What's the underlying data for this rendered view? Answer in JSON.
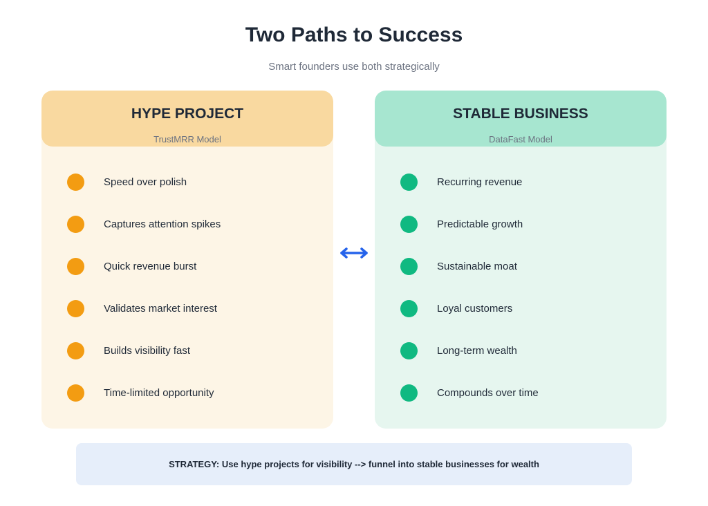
{
  "title": "Two Paths to Success",
  "subtitle": "Smart founders use both strategically",
  "left": {
    "heading": "HYPE PROJECT",
    "model": "TrustMRR Model",
    "color": "#f39c12",
    "items": [
      "Speed over polish",
      "Captures attention spikes",
      "Quick revenue burst",
      "Validates market interest",
      "Builds visibility fast",
      "Time-limited opportunity"
    ]
  },
  "right": {
    "heading": "STABLE BUSINESS",
    "model": "DataFast Model",
    "color": "#10b981",
    "items": [
      "Recurring revenue",
      "Predictable growth",
      "Sustainable moat",
      "Loyal customers",
      "Long-term wealth",
      "Compounds over time"
    ]
  },
  "connector": {
    "icon": "double-arrow-icon",
    "color": "#2563eb"
  },
  "strategy": "STRATEGY: Use hype projects for visibility --> funnel into stable businesses for wealth"
}
